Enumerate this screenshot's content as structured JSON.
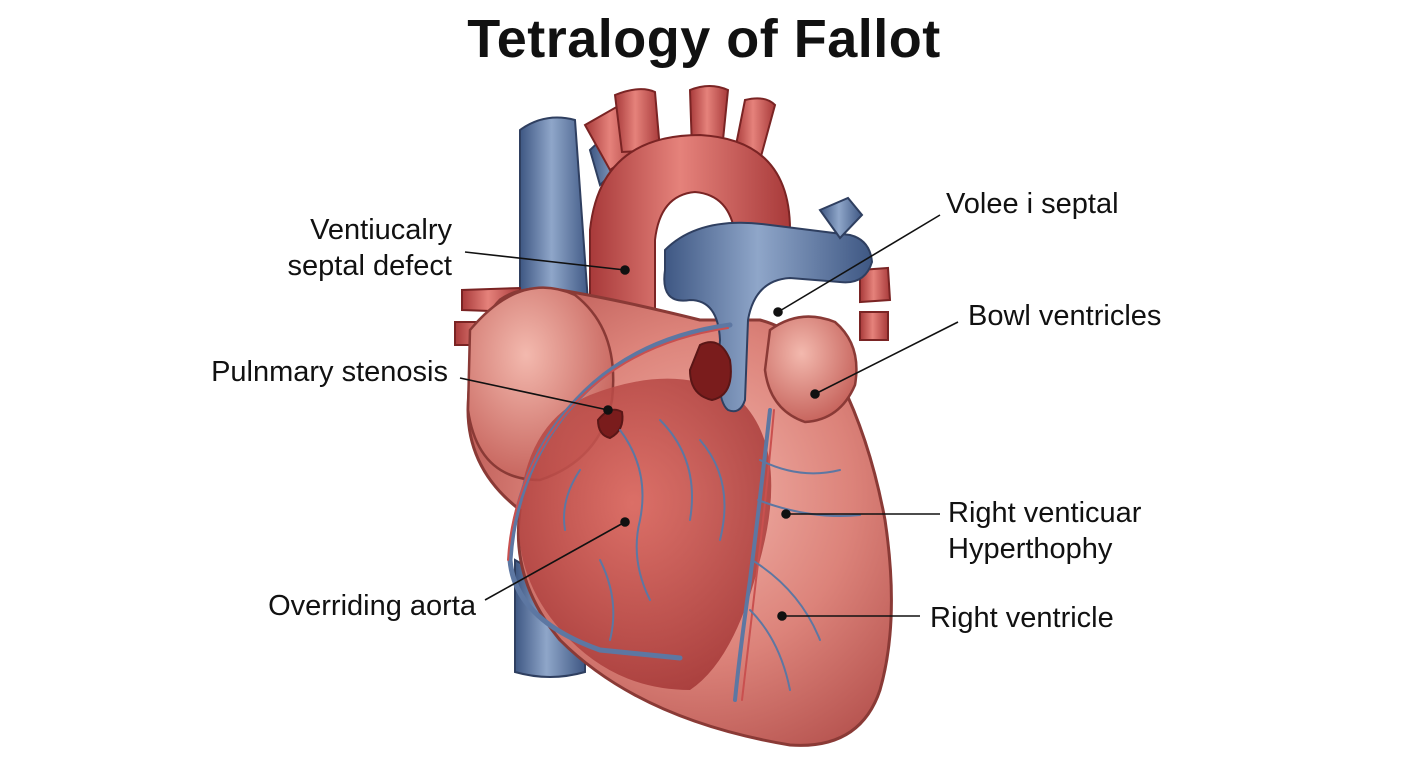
{
  "title": "Tetralogy of Fallot",
  "colors": {
    "artery": "#c9504f",
    "artery_dark": "#8f2b2b",
    "vein": "#5d77a2",
    "vein_dark": "#34476d",
    "muscle": "#d97a72",
    "muscle_light": "#efb1a8",
    "leader": "#111111"
  },
  "labels": {
    "vsd": {
      "line1": "Ventiucalry",
      "line2": "septal defect"
    },
    "pulmonary": "Pulnmary stenosis",
    "overriding": "Overriding aorta",
    "volee": "Volee i septal",
    "bowl": "Bowl ventricles",
    "rvh": {
      "line1": "Right venticuar",
      "line2": "Hyperthophy"
    },
    "rv": "Right ventricle"
  }
}
